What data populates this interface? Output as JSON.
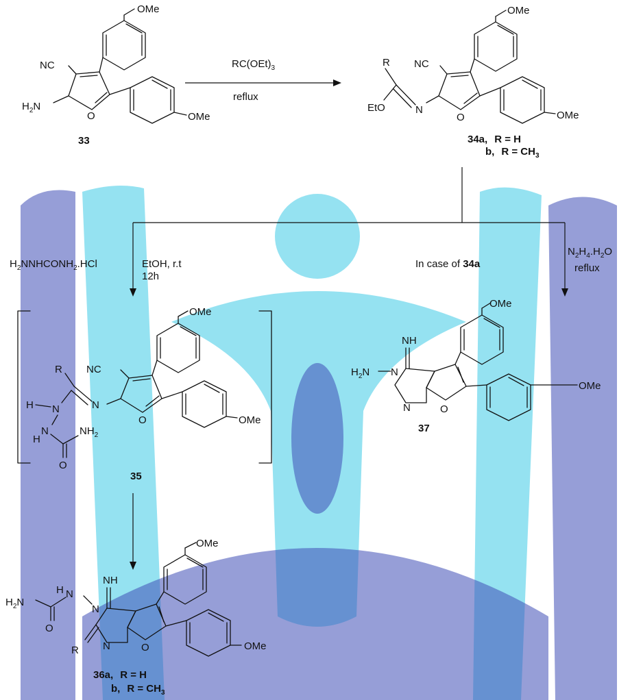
{
  "colors": {
    "watermark_cyan": "#3ecbe6",
    "watermark_blue": "#3f4fb7",
    "ink": "#111111"
  },
  "reaction1": {
    "reagent": "RC(OEt)3",
    "condition": "reflux"
  },
  "branch_left": {
    "reagent": "H2NNHCONH2.HCl",
    "condition1": "EtOH, r.t",
    "condition2": "12h"
  },
  "branch_right": {
    "note_prefix": "In case of ",
    "note_ref": "34a",
    "reagent": "N2H4.H2O",
    "condition": "reflux"
  },
  "compounds": {
    "c33": {
      "label": "33",
      "groups": {
        "nc": "NC",
        "amine": "H2N",
        "ome1": "OMe",
        "ome2": "OMe",
        "o": "O"
      }
    },
    "c34": {
      "label_a": "34a,",
      "cond_a": "R = H",
      "label_b": "b,",
      "cond_b": "R = CH3",
      "groups": {
        "r": "R",
        "nc": "NC",
        "eto": "EtO",
        "n": "N",
        "o": "O",
        "ome1": "OMe",
        "ome2": "OMe"
      }
    },
    "c35": {
      "label": "35",
      "groups": {
        "r": "R",
        "nc": "NC",
        "h1": "H",
        "n1": "N",
        "h2": "H",
        "n2": "N",
        "n3": "N",
        "o_carbonyl": "O",
        "nh2": "NH2",
        "o": "O",
        "ome1": "OMe",
        "ome2": "OMe"
      }
    },
    "c36": {
      "label_a": "36a,",
      "cond_a": "R = H",
      "label_b": "b,",
      "cond_b": "R = CH3",
      "groups": {
        "nh": "NH",
        "h2n": "H2N",
        "nh_link": "H",
        "n_link": "N",
        "n_ring": "N",
        "n_ring2": "N",
        "o_carbonyl": "O",
        "r": "R",
        "o": "O",
        "ome1": "OMe",
        "ome2": "OMe"
      }
    },
    "c37": {
      "label": "37",
      "groups": {
        "nh": "NH",
        "h2n": "H2N",
        "n_ring": "N",
        "n_ring2": "N",
        "o": "O",
        "ome1": "OMe",
        "ome2": "OMe"
      }
    }
  }
}
